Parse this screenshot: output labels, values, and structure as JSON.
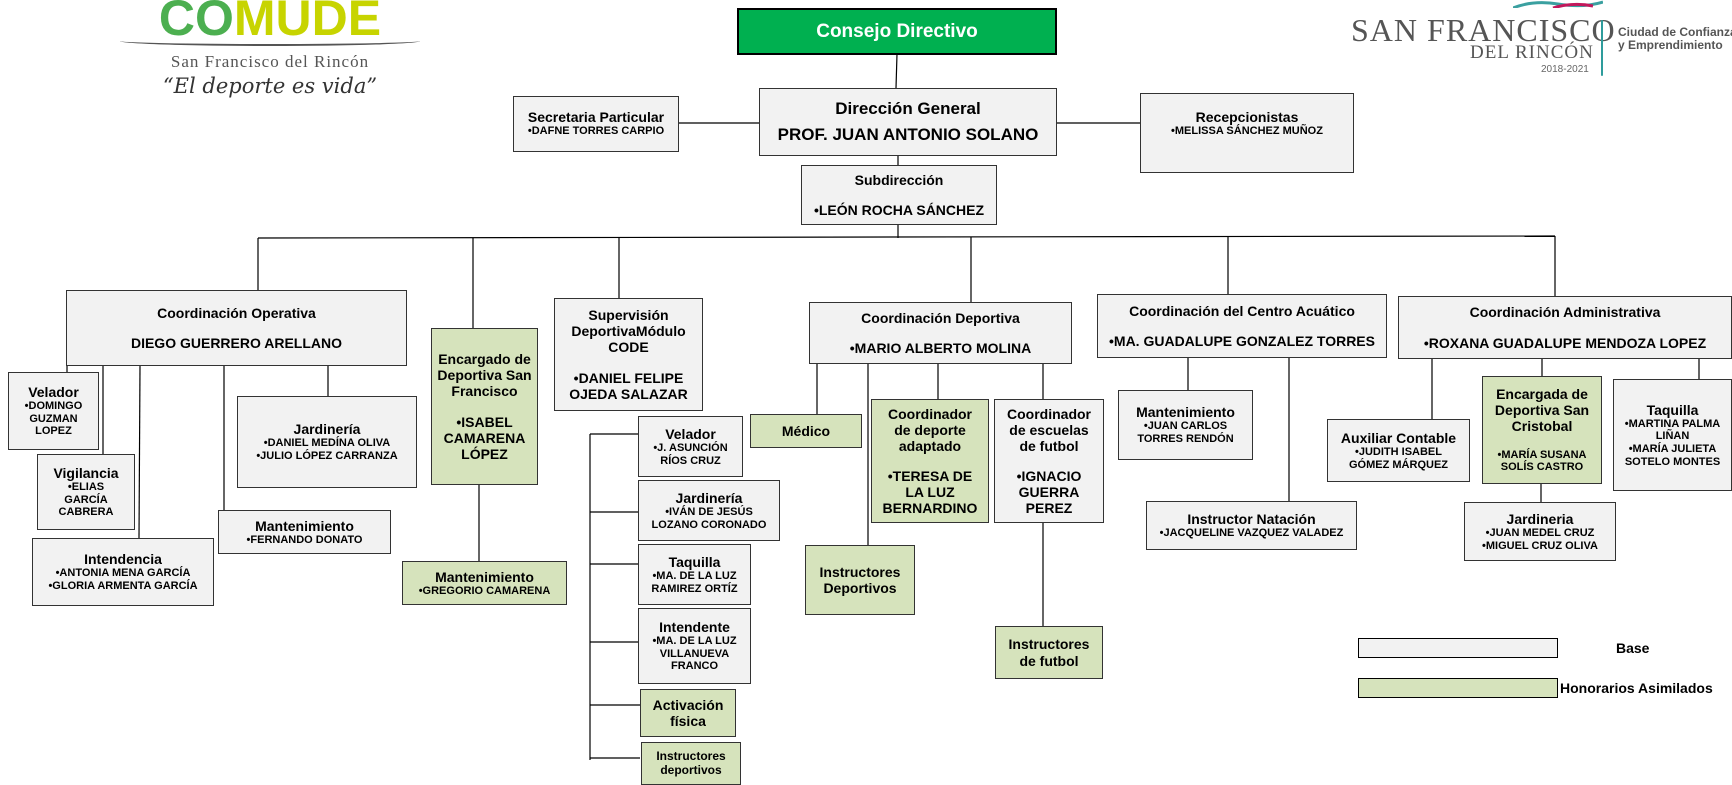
{
  "logos": {
    "comude": {
      "brand_part1": "CO",
      "brand_part2": "MUDE",
      "subtitle": "San Francisco del Rincón",
      "slogan": "“El deporte es vida”"
    },
    "municipio": {
      "city_line1": "SAN FRANCISCO",
      "city_line2": "DEL RINCÓN",
      "years": "2018-2021",
      "tagline_line1": "Ciudad de Confianza",
      "tagline_line2": "y Emprendimiento"
    }
  },
  "nodes": {
    "consejo": {
      "title": "Consejo Directivo"
    },
    "direccion": {
      "title": "Dirección General",
      "name": "PROF. JUAN ANTONIO SOLANO"
    },
    "secretaria": {
      "title": "Secretaria Particular",
      "names": [
        "•DAFNE TORRES CARPIO"
      ]
    },
    "recepcion": {
      "title": "Recepcionistas",
      "names": [
        "•MELISSA SÁNCHEZ MUÑOZ"
      ]
    },
    "subdireccion": {
      "title": "Subdirección",
      "name": "•LEÓN ROCHA SÁNCHEZ"
    },
    "coord_operativa": {
      "title": "Coordinación Operativa",
      "name": "DIEGO GUERRERO ARELLANO"
    },
    "velador_op": {
      "title": "Velador",
      "names": [
        "•DOMINGO",
        "GUZMAN",
        "LOPEZ"
      ]
    },
    "vigilancia": {
      "title": "Vigilancia",
      "names": [
        "•ELIAS",
        "GARCÍA",
        "CABRERA"
      ]
    },
    "intendencia": {
      "title": "Intendencia",
      "names": [
        "•ANTONIA MENA GARCÍA",
        "•GLORIA ARMENTA GARCÍA"
      ]
    },
    "jardineria_op": {
      "title": "Jardinería",
      "names": [
        "•DANIEL MEDÍNA OLIVA",
        "•JULIO LÓPEZ CARRANZA"
      ]
    },
    "mantenimiento_op": {
      "title": "Mantenimiento",
      "names": [
        "•FERNANDO DONATO"
      ]
    },
    "enc_sanfrancisco": {
      "title": "Encargado de Deportiva San Francisco",
      "name": "•ISABEL CAMARENA LÓPEZ"
    },
    "mantenimiento_sf": {
      "title": "Mantenimiento",
      "names": [
        "•GREGORIO CAMARENA"
      ]
    },
    "supervision": {
      "title": "Supervisión DeportivaMódulo CODE",
      "name": "•DANIEL FELIPE OJEDA SALAZAR"
    },
    "velador_code": {
      "title": "Velador",
      "names": [
        "•J. ASUNCIÓN",
        "RÍOS CRUZ"
      ]
    },
    "jardineria_code": {
      "title": "Jardinería",
      "names": [
        "•IVÁN DE JESÚS",
        "LOZANO CORONADO"
      ]
    },
    "taquilla_code": {
      "title": "Taquilla",
      "names": [
        "•MA. DE LA LUZ",
        "RAMIREZ ORTÍZ"
      ]
    },
    "intendente_code": {
      "title": "Intendente",
      "names": [
        "•MA. DE LA LUZ",
        "VILLANUEVA",
        "FRANCO"
      ]
    },
    "activacion": {
      "title": "Activación física"
    },
    "instructores_code": {
      "title": "Instructores deportivos"
    },
    "coord_deportiva": {
      "title": "Coordinación Deportiva",
      "name": "•MARIO ALBERTO MOLINA"
    },
    "medico": {
      "title": "Médico"
    },
    "instructores_dep": {
      "title": "Instructores Deportivos"
    },
    "deporte_adaptado": {
      "title": "Coordinador de deporte adaptado",
      "name": "•TERESA DE LA LUZ BERNARDINO"
    },
    "escuelas_futbol": {
      "title": "Coordinador de escuelas de futbol",
      "name": "•IGNACIO GUERRA PEREZ"
    },
    "instructores_futbol": {
      "title": "Instructores de futbol"
    },
    "coord_acuatico": {
      "title": "Coordinación del Centro Acuático",
      "name": "•MA. GUADALUPE GONZALEZ TORRES"
    },
    "mantenimiento_acu": {
      "title": "Mantenimiento",
      "names": [
        "•JUAN CARLOS",
        "TORRES RENDÓN"
      ]
    },
    "instructor_natacion": {
      "title": "Instructor Natación",
      "names": [
        "•JACQUELINE VAZQUEZ VALADEZ"
      ]
    },
    "coord_admin": {
      "title": "Coordinación Administrativa",
      "name": "•ROXANA GUADALUPE MENDOZA LOPEZ"
    },
    "auxiliar_contable": {
      "title": "Auxiliar Contable",
      "names": [
        "•JUDITH ISABEL",
        "GÓMEZ MÁRQUEZ"
      ]
    },
    "enc_sancristobal": {
      "title": "Encargada de Deportiva San Cristobal",
      "names": [
        "•MARÍA SUSANA",
        "SOLÍS CASTRO"
      ]
    },
    "taquilla_admin": {
      "title": "Taquilla",
      "names": [
        "•MARTINA PALMA",
        "LIÑAN",
        "•MARÍA JULIETA",
        "SOTELO MONTES"
      ]
    },
    "jardineria_admin": {
      "title": "Jardineria",
      "names": [
        "•JUAN MEDEL CRUZ",
        "•MIGUEL CRUZ OLIVA"
      ]
    }
  },
  "legend": {
    "base": {
      "label": "Base",
      "color": "#f2f2f2"
    },
    "honorarios": {
      "label": "Honorarios Asimilados",
      "color": "#d6e3bc"
    }
  },
  "colors": {
    "council": "#00b050",
    "base_box": "#f2f2f2",
    "honorarios_box": "#d6e3bc"
  }
}
